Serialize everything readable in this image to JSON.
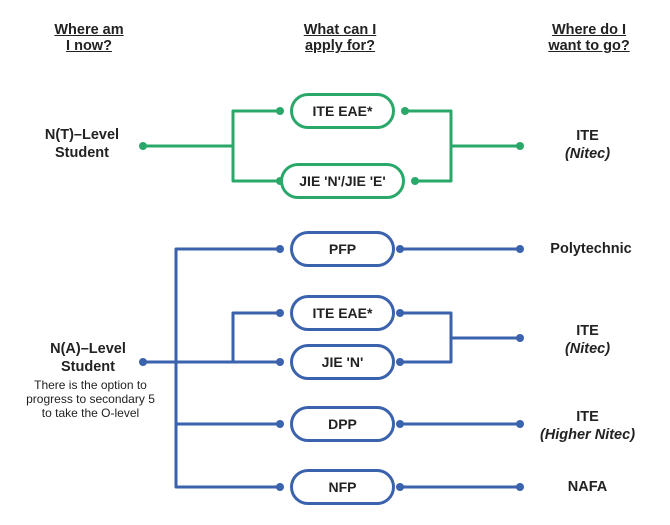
{
  "headers": {
    "now": [
      "Where am",
      "I now?"
    ],
    "apply": [
      "What can I",
      "apply for?"
    ],
    "go": [
      "Where do I",
      "want to go?"
    ]
  },
  "colors": {
    "green": "#2aa86a",
    "blue": "#3a62ad"
  },
  "nt": {
    "label": [
      "N(T)–Level",
      "Student"
    ],
    "options": [
      "ITE EAE*",
      "JIE 'N'/JIE 'E'"
    ],
    "destination": [
      "ITE",
      "(Nitec)"
    ]
  },
  "na": {
    "label": [
      "N(A)–Level",
      "Student"
    ],
    "note": [
      "There is the option to",
      "progress to secondary 5",
      "to take the O-level"
    ],
    "options": {
      "pfp": "PFP",
      "ite_eae": "ITE EAE*",
      "jie_n": "JIE 'N'",
      "dpp": "DPP",
      "nfp": "NFP"
    },
    "destinations": {
      "polytechnic": "Polytechnic",
      "ite_nitec": [
        "ITE",
        "(Nitec)"
      ],
      "ite_higher": [
        "ITE",
        "(Higher Nitec)"
      ],
      "nafa": "NAFA"
    }
  }
}
